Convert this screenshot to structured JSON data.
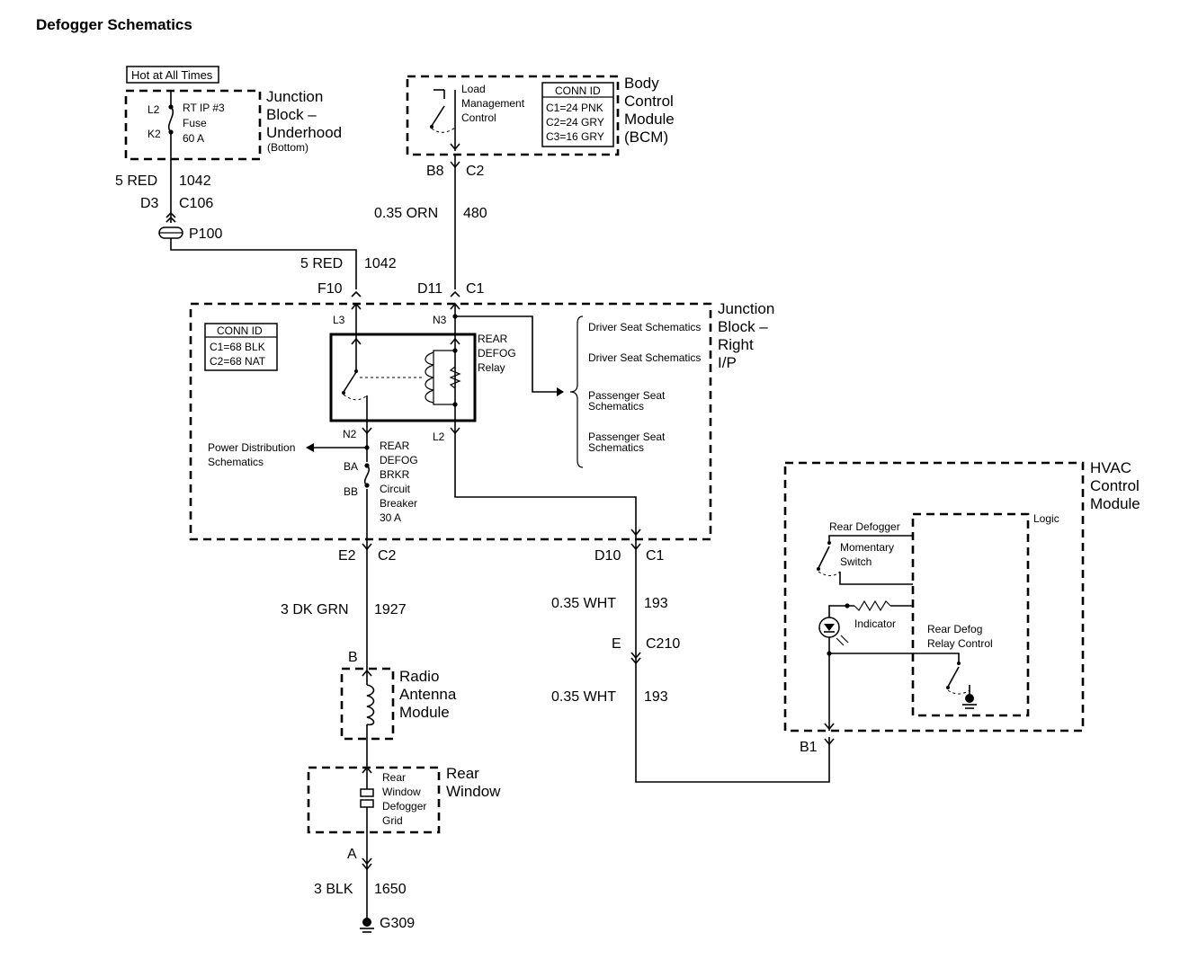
{
  "title": "Defogger Schematics",
  "hot_label": "Hot at All Times",
  "jb_underhood": {
    "name": [
      "Junction",
      "Block –",
      "Underhood"
    ],
    "sub": "(Bottom)",
    "pin_top": "L2",
    "pin_bottom": "K2",
    "fuse": [
      "RT IP #3",
      "Fuse",
      "60 A"
    ]
  },
  "bcm": {
    "name": [
      "Body",
      "Control",
      "Module",
      "(BCM)"
    ],
    "switch_label": [
      "Load",
      "Management",
      "Control"
    ],
    "conn_id_header": "CONN ID",
    "conn_ids": [
      "C1=24 PNK",
      "C2=24 GRY",
      "C3=16 GRY"
    ]
  },
  "wires": {
    "w1_gauge": "5 RED",
    "w1_circuit": "1042",
    "d3": "D3",
    "c106": "C106",
    "p100": "P100",
    "w2_gauge": "5 RED",
    "w2_circuit": "1042",
    "b8": "B8",
    "c2_top": "C2",
    "w3_gauge": "0.35 ORN",
    "w3_circuit": "480",
    "f10": "F10",
    "d11": "D11",
    "c1_top": "C1",
    "e2": "E2",
    "c2_bottom": "C2",
    "w4_gauge": "3 DK GRN",
    "w4_circuit": "1927",
    "d10": "D10",
    "c1_bottom": "C1",
    "w5_gauge": "0.35 WHT",
    "w5_circuit": "193",
    "e": "E",
    "c210": "C210",
    "w6_gauge": "0.35 WHT",
    "w6_circuit": "193",
    "b": "B",
    "a": "A",
    "b1": "B1",
    "w7_gauge": "3 BLK",
    "w7_circuit": "1650",
    "ground": "G309"
  },
  "jb_ip": {
    "name": [
      "Junction",
      "Block –",
      "Right",
      "I/P"
    ],
    "conn_id_header": "CONN ID",
    "conn_ids": [
      "C1=68 BLK",
      "C2=68 NAT"
    ],
    "pins": {
      "l3": "L3",
      "n3": "N3",
      "n2": "N2",
      "l2": "L2",
      "ba": "BA",
      "bb": "BB"
    },
    "relay_label": [
      "REAR",
      "DEFOG",
      "Relay"
    ],
    "breaker_label": [
      "REAR",
      "DEFOG",
      "BRKR",
      "Circuit",
      "Breaker",
      "30 A"
    ],
    "power_dist": [
      "Power Distribution",
      "Schematics"
    ],
    "seat_refs": [
      [
        "Driver Seat Schematics"
      ],
      [
        "Driver Seat Schematics"
      ],
      [
        "Passenger Seat",
        "Schematics"
      ],
      [
        "Passenger Seat",
        "Schematics"
      ]
    ]
  },
  "hvac": {
    "name": [
      "HVAC",
      "Control",
      "Module"
    ],
    "logic": "Logic",
    "rear_defogger": "Rear Defogger",
    "momentary_switch": [
      "Momentary",
      "Switch"
    ],
    "indicator": "Indicator",
    "relay_control": [
      "Rear Defog",
      "Relay Control"
    ]
  },
  "radio_antenna": {
    "name": [
      "Radio",
      "Antenna",
      "Module"
    ]
  },
  "rear_window": {
    "name": [
      "Rear",
      "Window"
    ],
    "grid": [
      "Rear",
      "Window",
      "Defogger",
      "Grid"
    ]
  }
}
